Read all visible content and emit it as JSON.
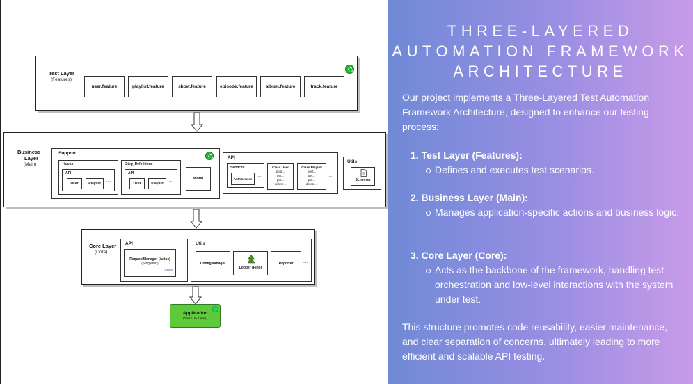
{
  "diagram": {
    "test_layer": {
      "title": "Test Layer",
      "subtitle": "(Features)",
      "features": [
        "user.feature",
        "playlist.feature",
        "show.feature",
        "episode.feature",
        "album.feature",
        "track.feature"
      ]
    },
    "business_layer": {
      "title_line1": "Business",
      "title_line2": "Layer",
      "subtitle": "(Main)",
      "support": {
        "title": "Support",
        "hooks": {
          "title": "Hooks",
          "api_title": "API",
          "items": [
            "User",
            "Playlist"
          ],
          "more": "..."
        },
        "step_definitions": {
          "title": "Step_Definitions",
          "api_title": "API",
          "items": [
            "User",
            "Playlist"
          ],
          "more": "..."
        },
        "world": "World"
      },
      "api": {
        "title": "API",
        "services": {
          "title": "Services",
          "item": "AuthService",
          "more": "..."
        },
        "class_user": {
          "title": "Class User",
          "methods": [
            "post...",
            "get...",
            "put...",
            "delete..."
          ]
        },
        "class_playlist": {
          "title": "Class Playlist",
          "methods": [
            "post...",
            "get...",
            "put...",
            "delete..."
          ]
        },
        "more": "..."
      },
      "utils": {
        "title": "Utils",
        "schemas": "Schemas"
      }
    },
    "core_layer": {
      "title": "Core Layer",
      "subtitle": "(Core)",
      "api": {
        "title": "API",
        "request_manager": "RequestManager (Axios)",
        "singleton": "(Singleton)",
        "axios_logo": "axios",
        "more": "..."
      },
      "utils": {
        "title": "Utils",
        "items": [
          "ConfigManager",
          "Logger (Pino)",
          "Reporter"
        ],
        "more": "..."
      }
    },
    "application": {
      "title": "Application",
      "subtitle": "(SPOTIFY API)"
    }
  },
  "panel": {
    "title_lines": [
      "THREE-LAYERED",
      "AUTOMATION FRAMEWORK",
      "ARCHITECTURE"
    ],
    "intro": "Our project implements a Three-Layered Test Automation Framework Architecture, designed to enhance our testing process:",
    "items": [
      {
        "head": "1. Test Layer (Features):",
        "bullet": "Defines and executes test scenarios."
      },
      {
        "head": "2. Business Layer (Main):",
        "bullet": "Manages application-specific actions and business logic."
      },
      {
        "head": "3. Core Layer (Core):",
        "bullet": "Acts as the backbone of the framework, handling test orchestration and low-level interactions with the system under test."
      }
    ],
    "outro": "This structure promotes code reusability, easier maintenance, and clear separation of concerns, ultimately leading to more efficient and scalable API testing."
  },
  "colors": {
    "application_green": "#5ec93a",
    "cucumber_green": "#27b33a",
    "panel_gradient_start": "#6f8ad6",
    "panel_gradient_end": "#c89be8",
    "axios_purple": "#6b3fa0"
  }
}
